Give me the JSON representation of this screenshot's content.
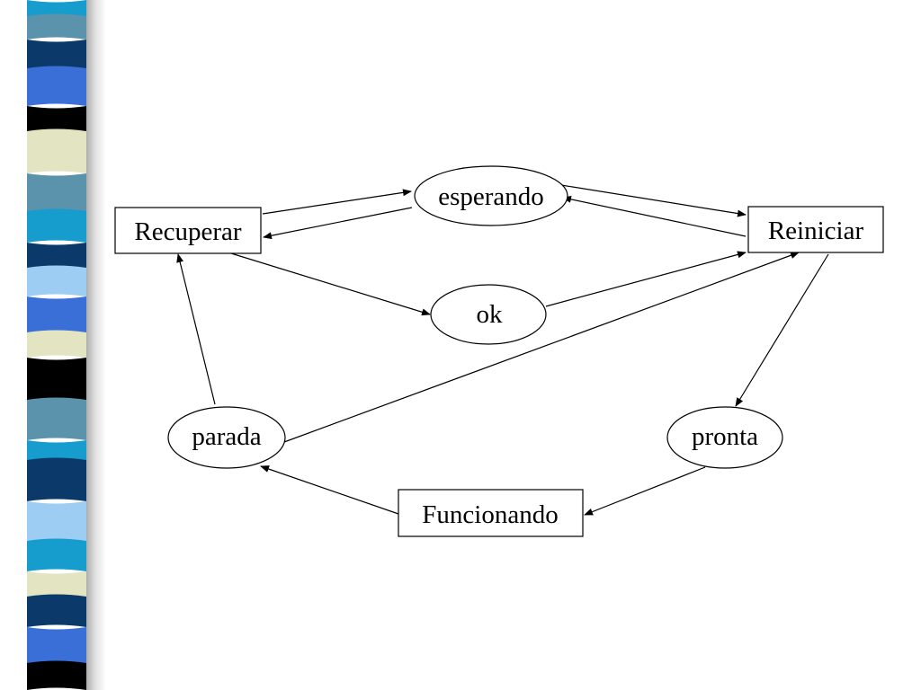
{
  "slide": {
    "decor_colors": {
      "black": "#000000",
      "navy": "#0b3a6a",
      "blue": "#3a6fd8",
      "cyan": "#169ccd",
      "teal": "#5b93ad",
      "light_blue": "#9dcdf2",
      "cream": "#e3e4c1"
    }
  },
  "diagram": {
    "nodes": {
      "esperando": "esperando",
      "recuperar": "Recuperar",
      "reiniciar": "Reiniciar",
      "ok": "ok",
      "parada": "parada",
      "pronta": "pronta",
      "funcionando": "Funcionando"
    },
    "edges": [
      [
        "Recuperar",
        "esperando"
      ],
      [
        "esperando",
        "Recuperar"
      ],
      [
        "esperando",
        "Reiniciar"
      ],
      [
        "Reiniciar",
        "esperando"
      ],
      [
        "Recuperar",
        "ok"
      ],
      [
        "ok",
        "Reiniciar"
      ],
      [
        "parada",
        "Recuperar"
      ],
      [
        "parada",
        "Reiniciar"
      ],
      [
        "Reiniciar",
        "pronta"
      ],
      [
        "pronta",
        "Funcionando"
      ],
      [
        "Funcionando",
        "parada"
      ]
    ]
  }
}
